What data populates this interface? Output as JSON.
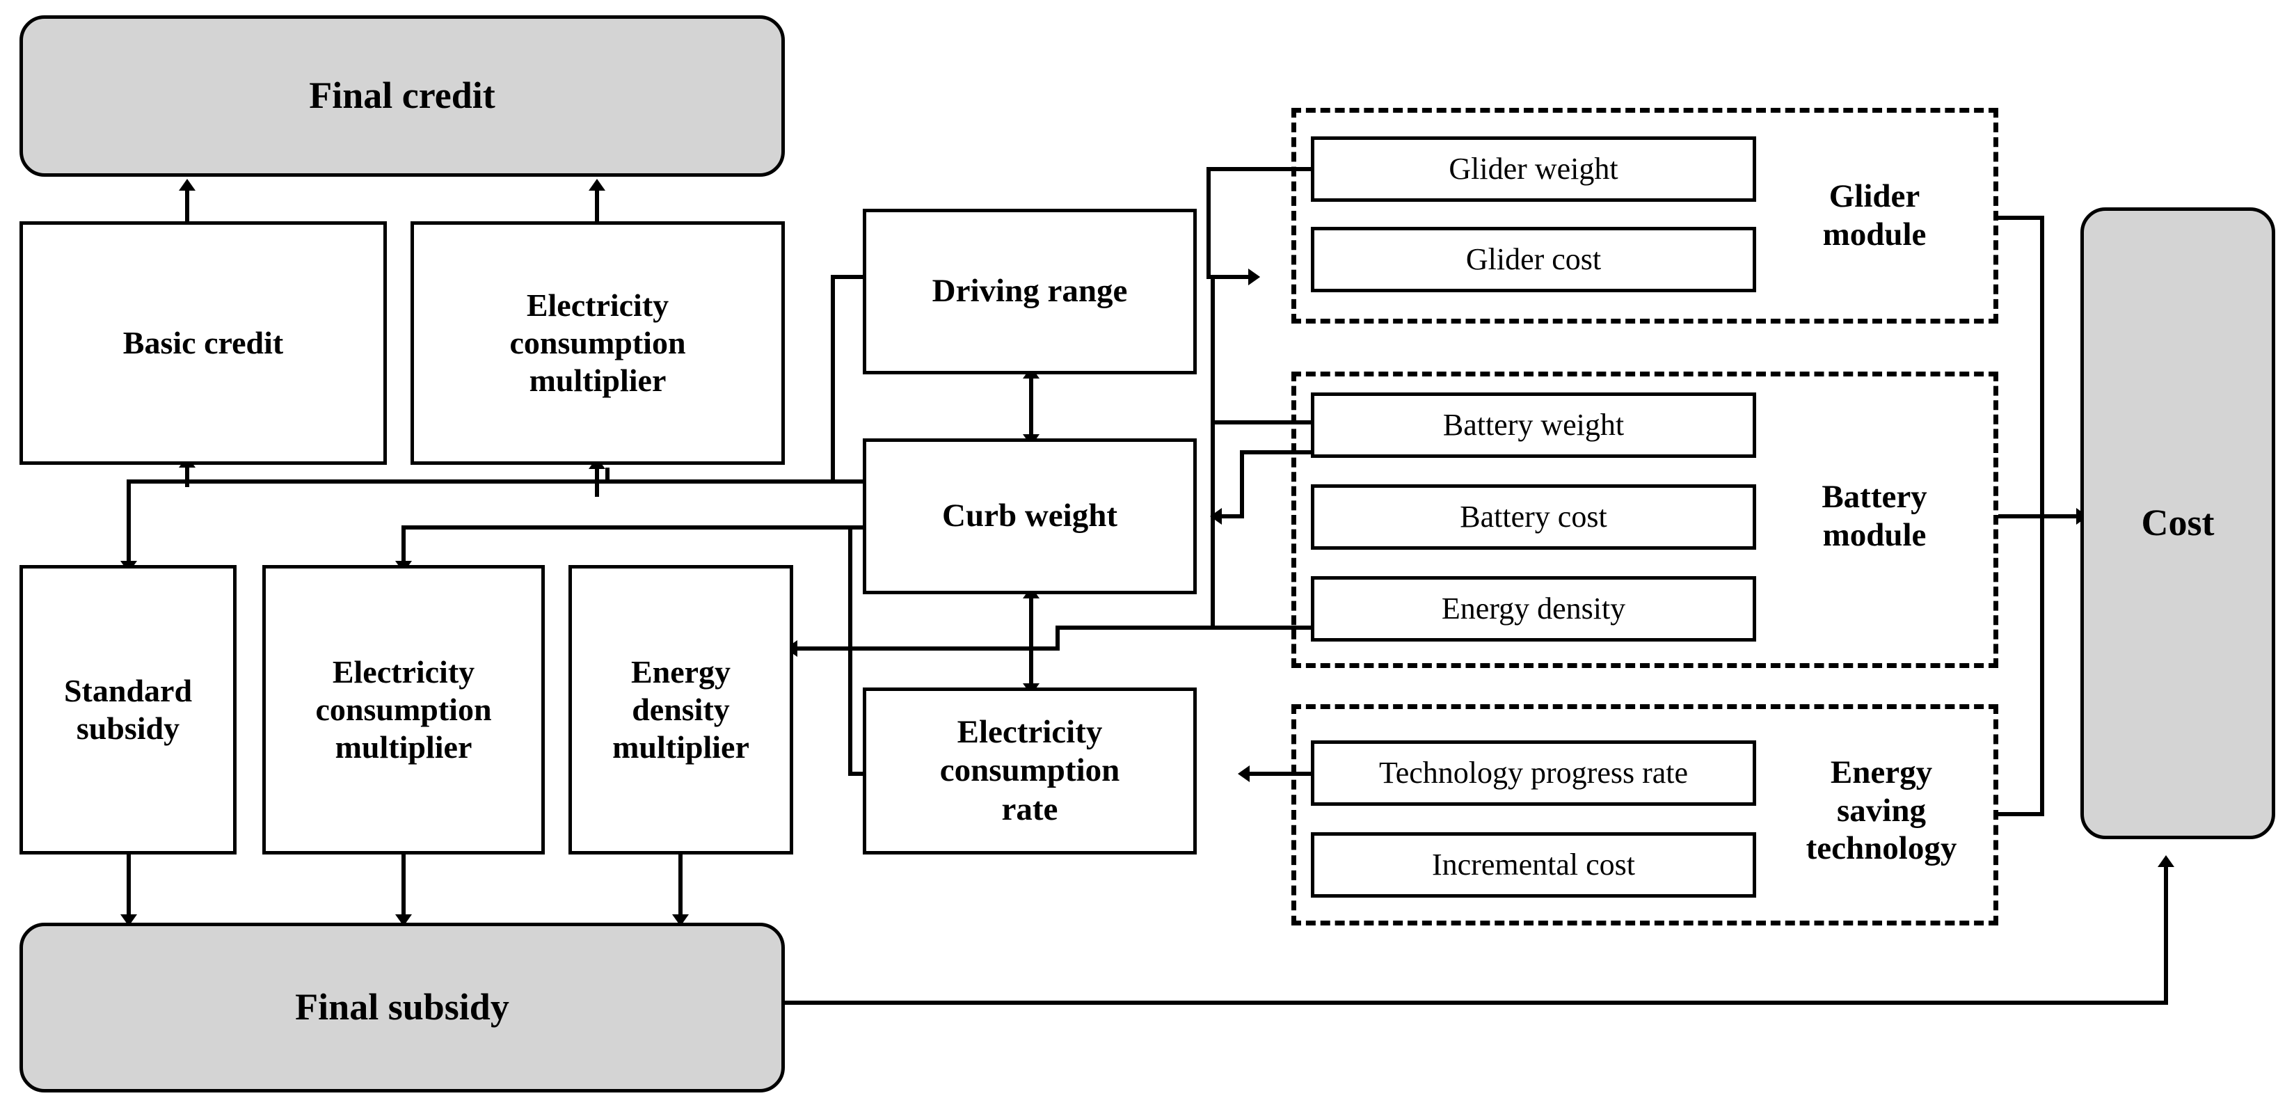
{
  "diagram": {
    "title": "EV credit, subsidy and cost structural flow diagram",
    "colors": {
      "stroke": "#000000",
      "shaded_fill": "#d4d4d4",
      "plain_fill": "#ffffff",
      "background": "#ffffff"
    }
  },
  "outcomes": {
    "final_credit": "Final credit",
    "final_subsidy": "Final subsidy",
    "cost": "Cost"
  },
  "credit_inputs": [
    {
      "label": "Basic credit"
    },
    {
      "label": "Electricity\nconsumption\nmultiplier"
    }
  ],
  "subsidy_inputs": [
    {
      "label": "Standard\nsubsidy"
    },
    {
      "label": "Electricity\nconsumption\nmultiplier"
    },
    {
      "label": "Energy\ndensity\nmultiplier"
    }
  ],
  "vehicle_attributes": [
    {
      "label": "Driving range"
    },
    {
      "label": "Curb weight"
    },
    {
      "label": "Electricity\nconsumption\nrate"
    }
  ],
  "modules": [
    {
      "name": "Glider module",
      "label": "Glider\nmodule",
      "items": [
        {
          "label": "Glider weight"
        },
        {
          "label": "Glider cost"
        }
      ]
    },
    {
      "name": "Battery module",
      "label": "Battery\nmodule",
      "items": [
        {
          "label": "Battery weight"
        },
        {
          "label": "Battery cost"
        },
        {
          "label": "Energy density"
        }
      ]
    },
    {
      "name": "Energy saving technology",
      "label": "Energy\nsaving\ntechnology",
      "items": [
        {
          "label": "Technology progress rate"
        },
        {
          "label": "Incremental cost"
        }
      ]
    }
  ]
}
